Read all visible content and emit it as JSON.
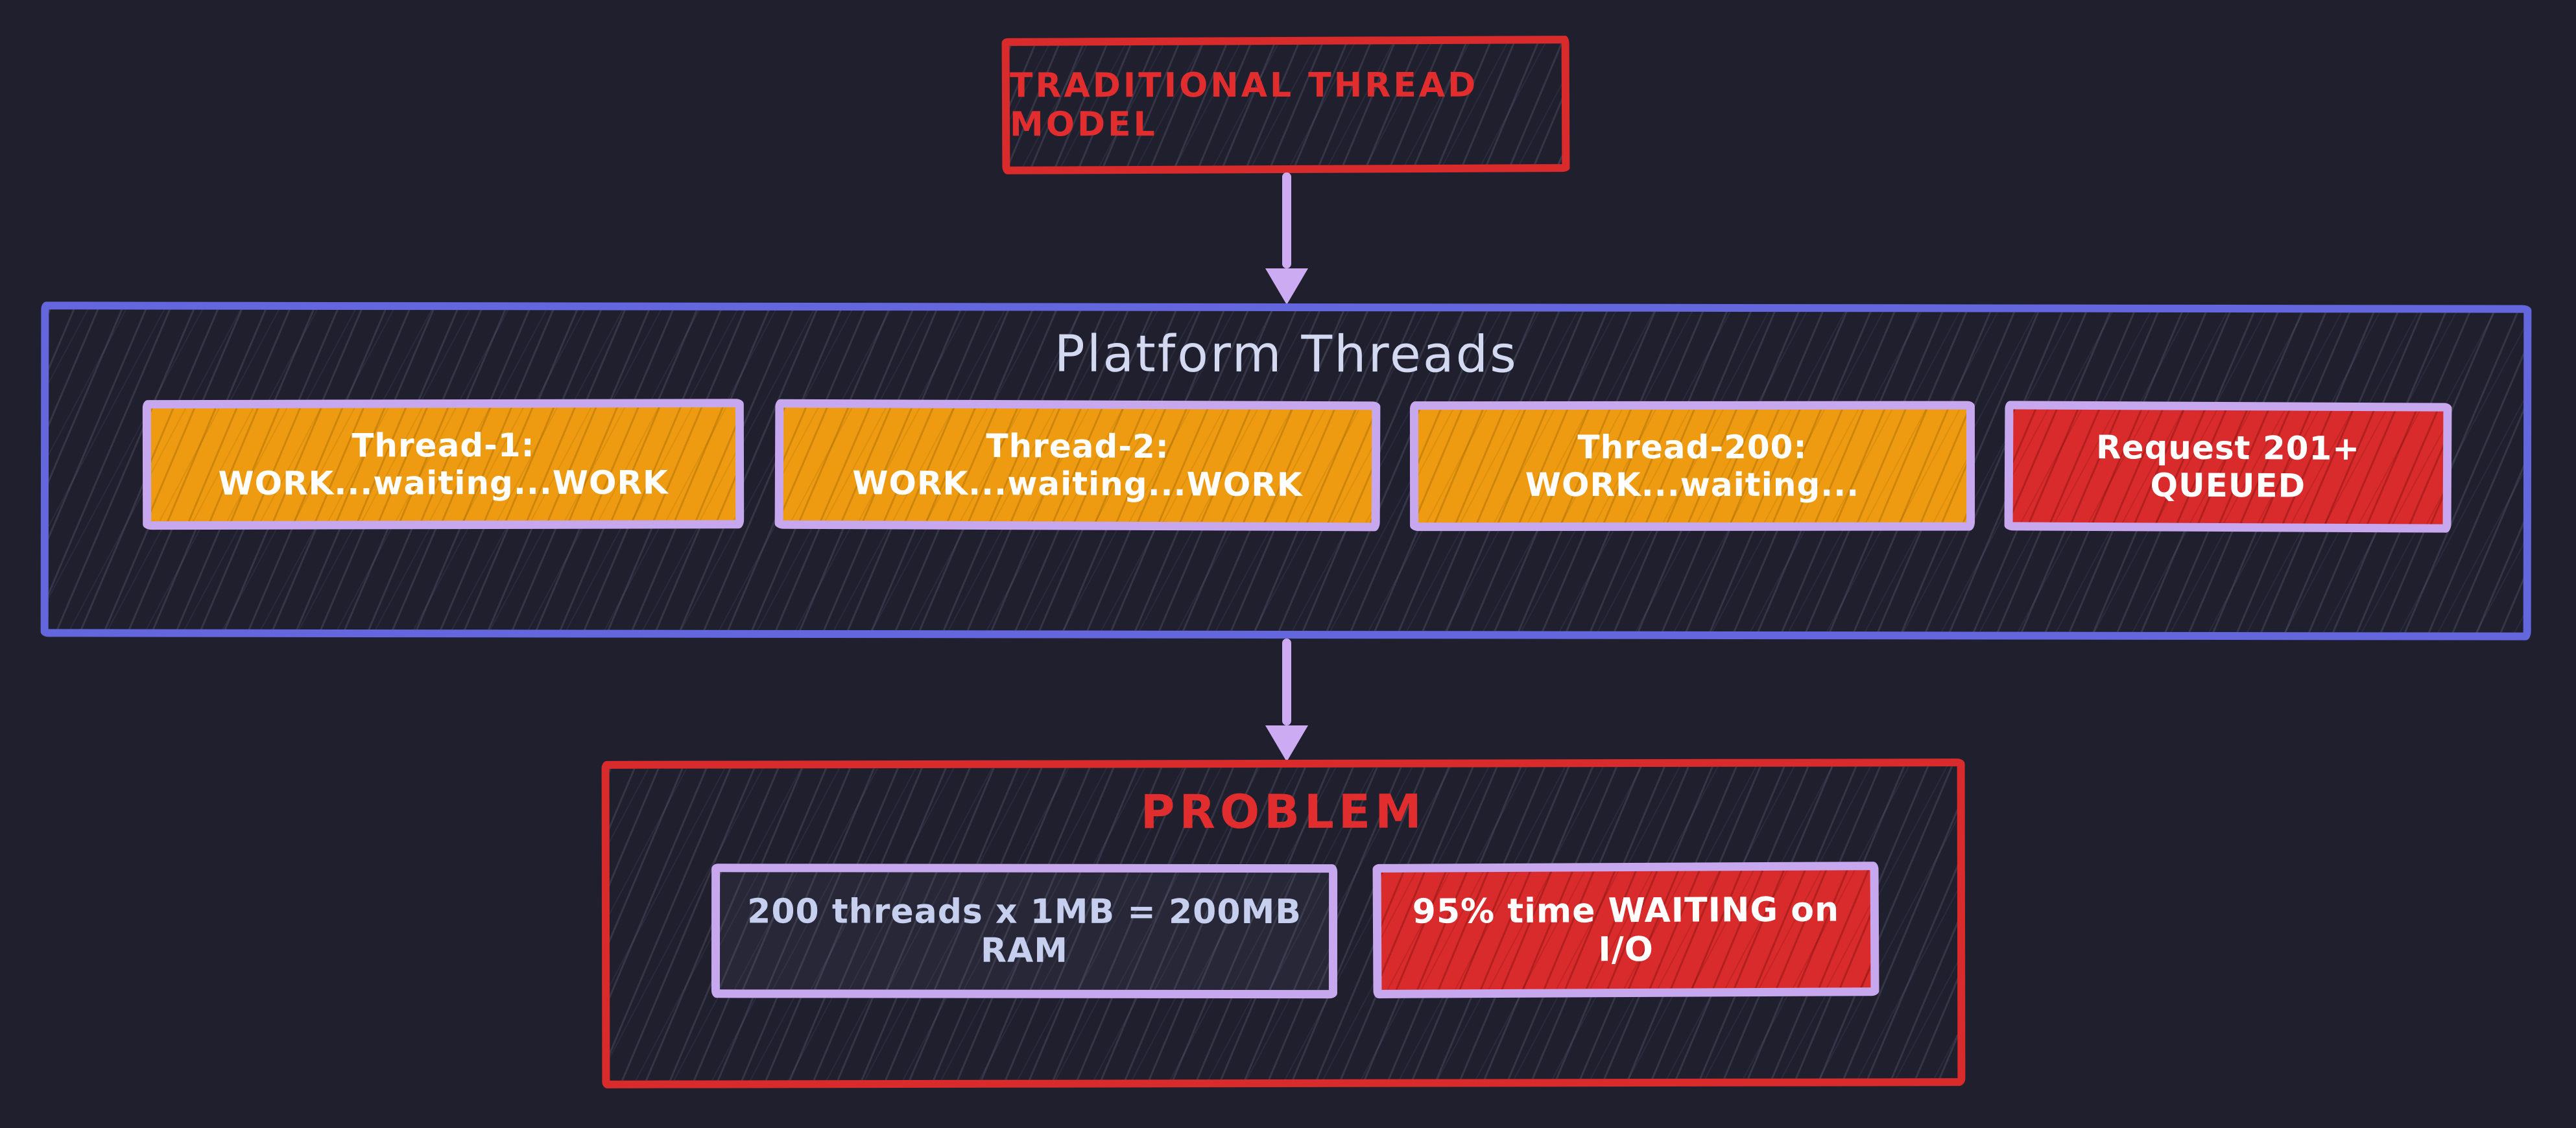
{
  "title_box": {
    "label": "TRADITIONAL THREAD MODEL"
  },
  "platform_box": {
    "title": "Platform Threads",
    "threads": [
      {
        "label": "Thread-1: WORK...waiting...WORK",
        "type": "work"
      },
      {
        "label": "Thread-2: WORK...waiting...WORK",
        "type": "work"
      },
      {
        "label": "Thread-200: WORK...waiting...",
        "type": "work"
      },
      {
        "label": "Request 201+ QUEUED",
        "type": "queued"
      }
    ]
  },
  "problem_box": {
    "title": "PROBLEM",
    "items": [
      {
        "label": "200 threads x 1MB = 200MB RAM",
        "type": "ram"
      },
      {
        "label": "95% time WAITING on I/O",
        "type": "io-wait"
      }
    ]
  },
  "colors": {
    "background": "#1f1f2e",
    "red": "#d92b2b",
    "red-bright": "#e12d2d",
    "blue": "#6366dd",
    "lavender": "#c7a7ee",
    "orange": "#ee9b11",
    "arrow": "#ccabf2",
    "title-text": "#d4d9f2",
    "ram-text": "#c6cfee"
  }
}
